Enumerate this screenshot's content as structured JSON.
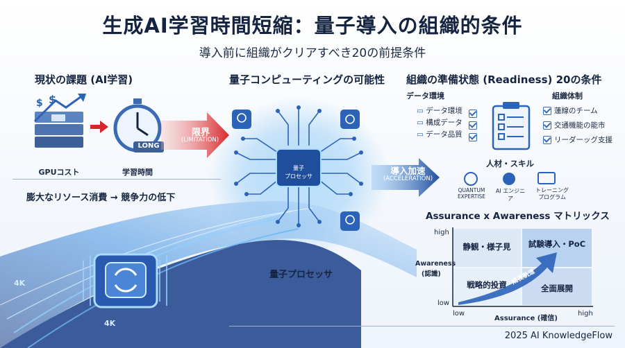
{
  "title": "生成AI学習時間短縮：量子導入の組織的条件",
  "subtitle": "導入前に組織がクリアすべき20の前提条件",
  "left": {
    "header": "現状の課題 (AI学習)",
    "gpu_label": "GPUコスト",
    "time_label": "学習時間",
    "long_badge": "LONG",
    "limit_main": "限界",
    "limit_sub": "(LIMITATION)",
    "summary": "膨大なリソース消費 → 競争力の低下"
  },
  "center": {
    "header": "量子コンピューティングの可能性",
    "chip_text_1": "量子",
    "chip_text_2": "プロセッサ",
    "processor_label": "量子プロセッサ",
    "accel_main": "導入加速",
    "accel_sub": "(ACCELERATION)",
    "chip_marks": [
      "4K",
      "4K"
    ]
  },
  "right": {
    "header": "組織の準備状態 (Readiness) 20の条件",
    "data_group_title": "データ環境",
    "data_items": [
      "データ環境",
      "構成データ",
      "データ品質"
    ],
    "org_group_title": "組織体制",
    "org_items": [
      "蓮線のチーム",
      "交通機能の能市",
      "リーダーッグ支援"
    ],
    "skills_title": "人材・スキル",
    "skills": [
      "QUANTUM\nEXPERTISE",
      "AI エンジニア",
      "トレーニング\nプログラム"
    ]
  },
  "matrix": {
    "title": "Assurance x Awareness マトリックス",
    "y_high": "high",
    "y_low": "low",
    "y_label_1": "Awareness",
    "y_label_2": "(認識)",
    "x_low": "low",
    "x_high": "high",
    "x_label": "Assurance (確信)",
    "q_top_left": "静観・様子見",
    "q_top_right": "試験導入・PoC",
    "q_bottom_left": "戦略的投資",
    "q_bottom_right": "全面展開",
    "arrow_label": "成長軌道"
  },
  "footer": "2025 AI KnowledgeFlow",
  "colors": {
    "accent": "#2b63b8",
    "red_arrow": "#d7262b",
    "glow": "#4aa8f0",
    "dark": "#14233f"
  }
}
